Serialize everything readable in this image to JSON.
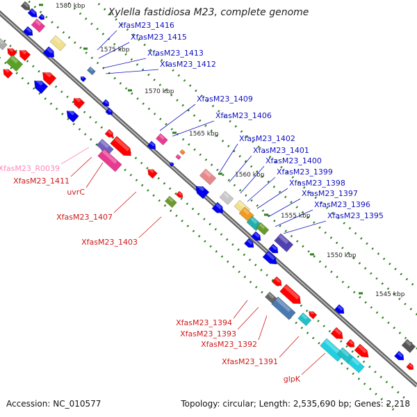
{
  "title": "Xylella fastidiosa M23, complete genome",
  "footer": {
    "accession": "Accession: NC_010577",
    "topology": "Topology: circular; Length: 2,535,690 bp; Genes: 2,218"
  },
  "colors": {
    "backbone": "#8a8a8a",
    "tick": "#2e7d1f",
    "forward_label": "#1010c0",
    "reverse_label": "#d01818",
    "rna_label": "#ff88b8",
    "forward_gene": "#0000ee",
    "reverse_gene": "#ff0000"
  },
  "kbp_ticks": [
    "1580 kbp",
    "1575 kbp",
    "1570 kbp",
    "1565 kbp",
    "1560 kbp",
    "1555 kbp",
    "1550 kbp",
    "1545 kbp"
  ],
  "forward_labels": [
    "XfasM23_1416",
    "XfasM23_1415",
    "XfasM23_1413",
    "XfasM23_1412",
    "XfasM23_1409",
    "XfasM23_1406",
    "XfasM23_1402",
    "XfasM23_1401",
    "XfasM23_1400",
    "XfasM23_1399",
    "XfasM23_1398",
    "XfasM23_1397",
    "XfasM23_1396",
    "XfasM23_1395"
  ],
  "reverse_labels": [
    "XfasM23_R0039",
    "XfasM23_1411",
    "uvrC",
    "XfasM23_1407",
    "XfasM23_1403",
    "XfasM23_1394",
    "XfasM23_1393",
    "XfasM23_1392",
    "XfasM23_1391",
    "glpK"
  ],
  "rna_label_names": [
    "XfasM23_R0039"
  ]
}
